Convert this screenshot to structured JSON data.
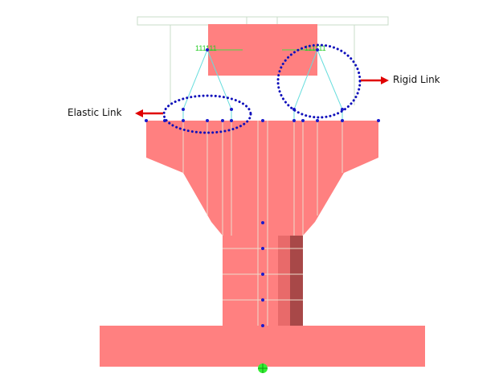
{
  "annotations": {
    "elastic_link_label": "Elastic Link",
    "rigid_link_label": "Rigid Link"
  },
  "node_tags": {
    "left": "111111",
    "right": "111111"
  },
  "colors": {
    "background": "#ffffff",
    "member_fill": "#ff8080",
    "member_shade": "#a84848",
    "member_shade_mid": "#e06868",
    "mesh_line": "#e8d8c8",
    "outline": "#c8dcc8",
    "link_line": "#66dddd",
    "node": "#1a1acc",
    "callout_ellipse": "#1010bb",
    "arrow": "#e00000",
    "tag_text": "#22cc22",
    "support": "#33ee33"
  },
  "icons": {
    "support": "fixed-support-icon",
    "arrow": "arrow-left-icon"
  }
}
